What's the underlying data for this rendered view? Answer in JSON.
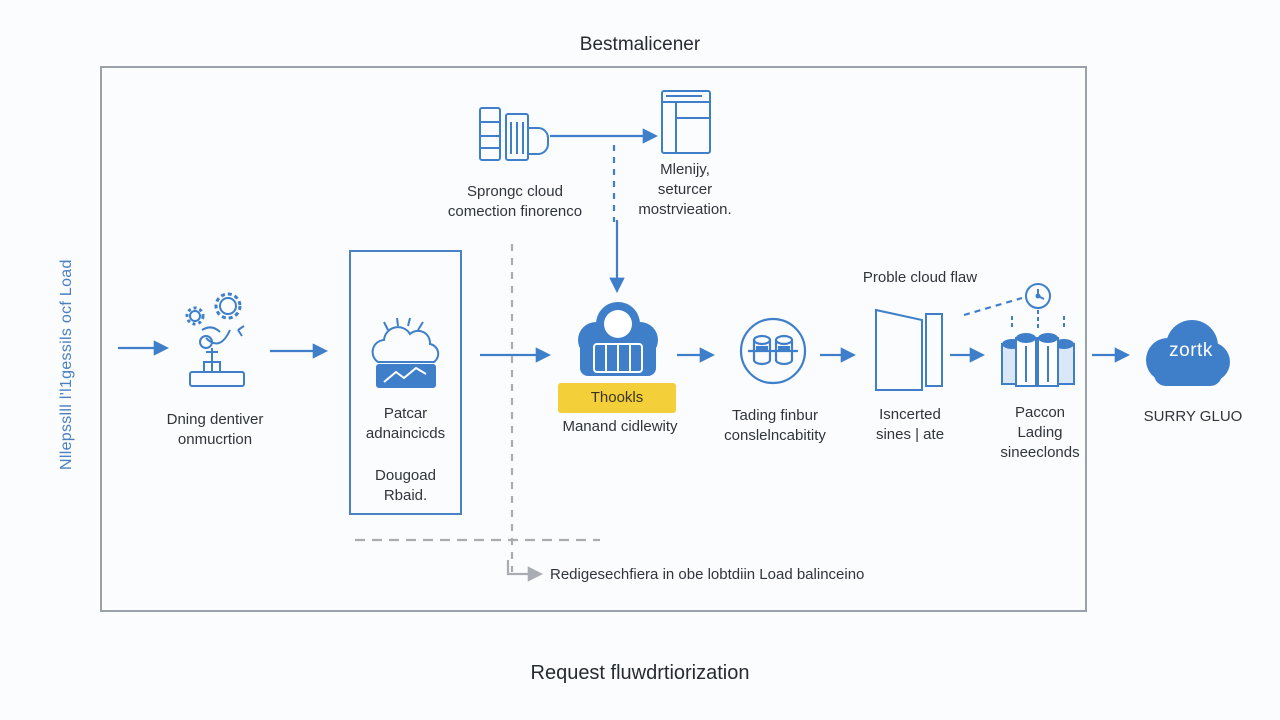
{
  "diagram": {
    "title": "Bestmalicener",
    "bottom_title": "Request fluwdrtiorization",
    "side_label": "Nllepsslll l'l1gessils ocf Load",
    "top_left_node": {
      "lines": [
        "Sprongc cloud",
        "comection finorenco"
      ],
      "icon": "server-rack-icon"
    },
    "top_right_node": {
      "lines": [
        "Mlenijy,",
        "seturcer",
        "mostrvieation."
      ],
      "icon": "document-panel-icon"
    },
    "node_1": {
      "lines": [
        "Dning dentiver",
        "onmucrtion"
      ],
      "icon": "gear-robot-icon"
    },
    "node_2": {
      "lines": [
        "Patcar",
        "adnaincicds"
      ],
      "sub_lines": [
        "Dougoad",
        "Rbaid."
      ],
      "icon": "cloud-chart-icon"
    },
    "node_3": {
      "tag": "Thookls",
      "lines": [
        "Manand cidlewity"
      ],
      "icon": "cloud-gateway-icon"
    },
    "node_4": {
      "lines": [
        "Tading finbur",
        "conslelncabitity"
      ],
      "icon": "database-circle-icon"
    },
    "node_5": {
      "lines": [
        "Isncerted",
        "sines | ate"
      ],
      "icon": "panel-door-icon"
    },
    "node_6": {
      "header": "Proble cloud flaw",
      "lines": [
        "Paccon",
        "Lading",
        "sineeclonds"
      ],
      "icon": "cylinder-cluster-icon"
    },
    "node_7": {
      "cloud_text": "zortk",
      "lines": [
        "SURRY GLUO"
      ],
      "icon": "cloud-icon"
    },
    "redirect_note": "Redigesechfiera in obe lobtdiin Load balinceino",
    "colors": {
      "accent": "#3f7fca",
      "tag": "#f3cf3a",
      "frame": "#9aa1a8",
      "dash": "#a9adb2"
    }
  }
}
